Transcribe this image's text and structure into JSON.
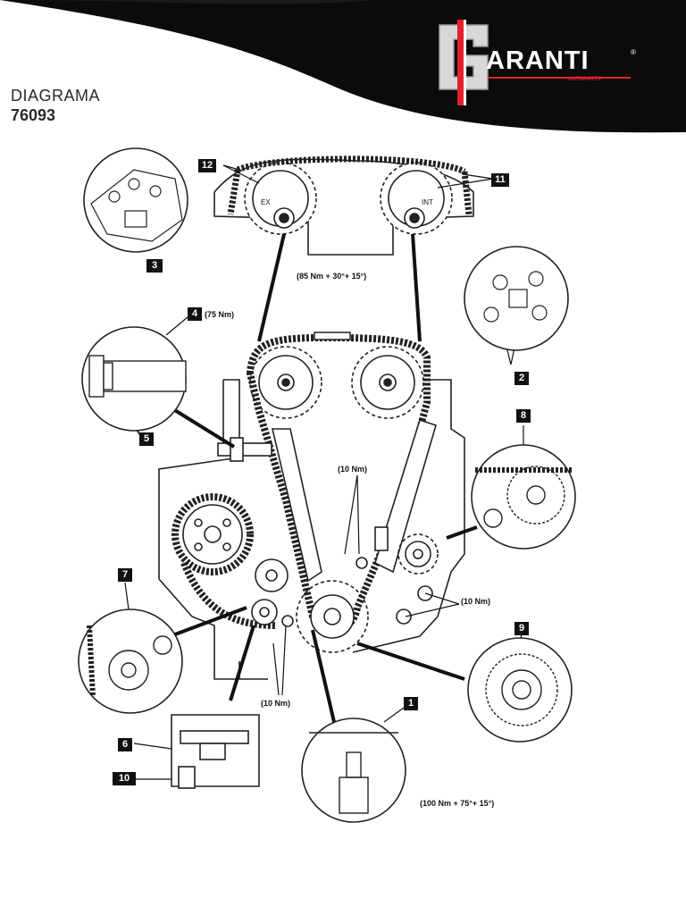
{
  "header": {
    "title": "DIAGRAMA",
    "code": "76093"
  },
  "brand": {
    "wordmark": "ARANTI",
    "registered": "®",
    "tagline": "AUTOPARTS",
    "colors": {
      "black": "#0b0b0b",
      "red": "#e2212b",
      "silver": "#d8d8d8",
      "white": "#ffffff"
    }
  },
  "callouts": {
    "n1": "1",
    "n2": "2",
    "n3": "3",
    "n4": "4",
    "n5": "5",
    "n6": "6",
    "n7": "7",
    "n8": "8",
    "n9": "9",
    "n10": "10",
    "n11": "11",
    "n12": "12"
  },
  "torque": {
    "camshaft": "(85 Nm + 30°+ 15°)",
    "tensioner": "(75 Nm)",
    "guide_upper": "(10 Nm)",
    "guide_right": "(10 Nm)",
    "guide_lower": "(10 Nm)",
    "crankshaft": "(100 Nm + 75°+ 15°)"
  },
  "marks": {
    "exhaust": "EX",
    "intake": "INT"
  }
}
